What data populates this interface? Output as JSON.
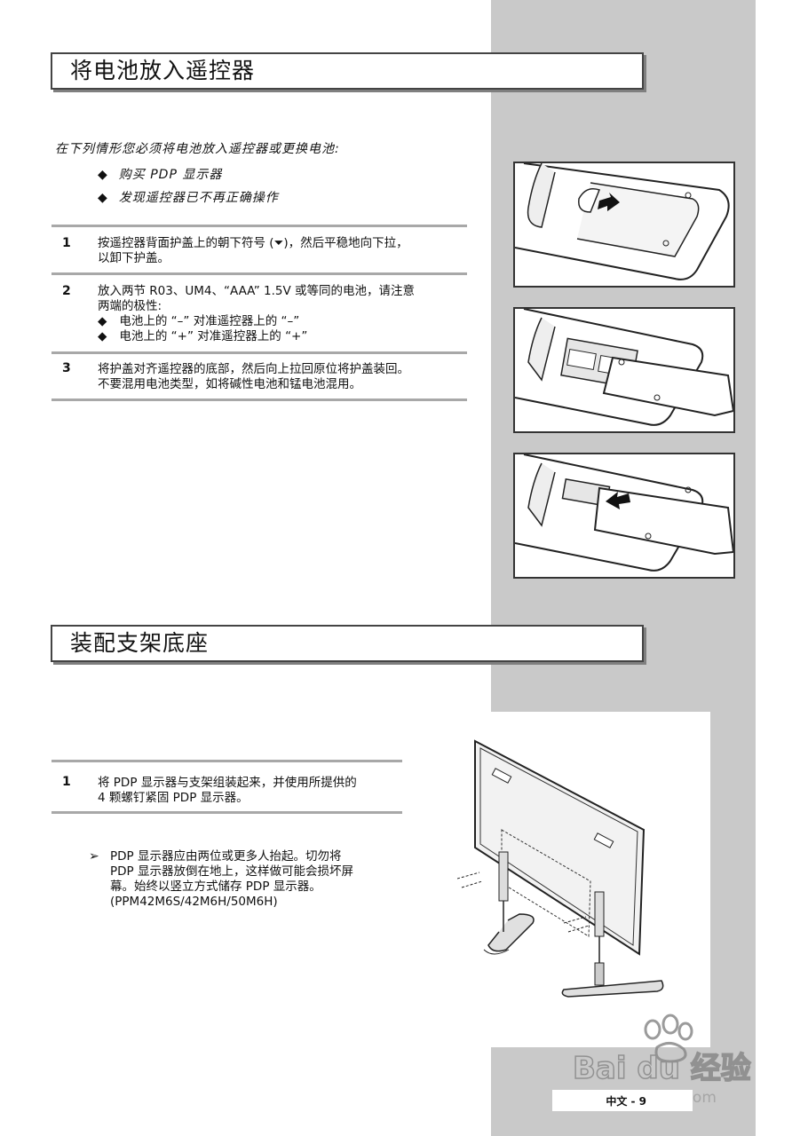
{
  "section1": {
    "title": "将电池放入遥控器",
    "intro": "在下列情形您必须将电池放入遥控器或更换电池:",
    "bullets": [
      "购买 PDP 显示器",
      "发现遥控器已不再正确操作"
    ],
    "steps": [
      {
        "num": "1",
        "lines": [
          "按遥控器背面护盖上的朝下符号 (⏷)，然后平稳地向下拉，",
          "以卸下护盖。"
        ]
      },
      {
        "num": "2",
        "lines": [
          "放入两节 R03、UM4、“AAA” 1.5V  或等同的电池，请注意",
          "两端的极性:"
        ],
        "sub": [
          "电池上的 “–” 对准遥控器上的 “–”",
          "电池上的 “+” 对准遥控器上的 “+”"
        ]
      },
      {
        "num": "3",
        "lines": [
          "将护盖对齐遥控器的底部，然后向上拉回原位将护盖装回。",
          "不要混用电池类型，如将碱性电池和锰电池混用。"
        ]
      }
    ]
  },
  "section2": {
    "title": "装配支架底座",
    "steps": [
      {
        "num": "1",
        "lines": [
          "将 PDP  显示器与支架组装起来，并使用所提供的",
          "4  颗螺钉紧固 PDP  显示器。"
        ]
      }
    ],
    "note_arrow": "➢",
    "note_lines": [
      "PDP  显示器应由两位或更多人抬起。切勿将",
      "PDP  显示器放倒在地上，这样做可能会损坏屏",
      "幕。始终以竖立方式储存 PDP  显示器。",
      "(PPM42M6S/42M6H/50M6H)"
    ]
  },
  "footer": {
    "page": "中文 - 9"
  },
  "watermark": {
    "brand": "Bai du 经验",
    "url": "jingyan.baidu.com"
  },
  "colors": {
    "band": "#c9c9c9",
    "rule": "#a8a8a8",
    "border": "#333333"
  }
}
